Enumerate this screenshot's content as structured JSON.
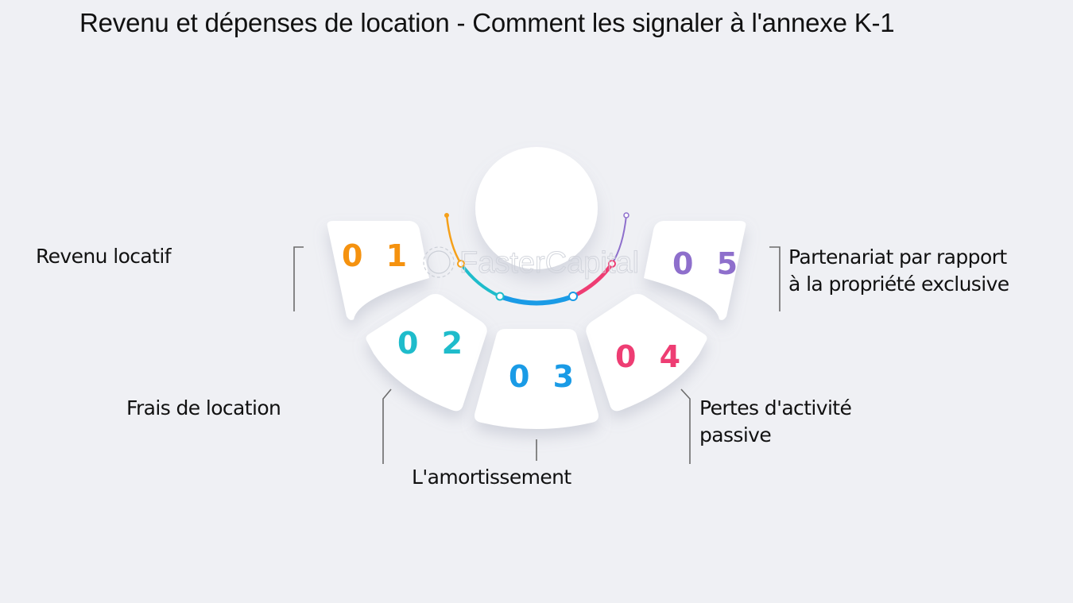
{
  "title": "Revenu et dépenses de location - Comment les signaler à l'annexe K-1",
  "watermark": "FasterCapital",
  "center": {
    "icon": "blank-circle"
  },
  "steps": [
    {
      "number": "0 1",
      "label": "Revenu locatif",
      "color": "#f5920f"
    },
    {
      "number": "0 2",
      "label": "Frais de location",
      "color": "#1fbccb"
    },
    {
      "number": "0 3",
      "label": "L'amortissement",
      "color": "#1a9be6"
    },
    {
      "number": "0 4",
      "label": "Pertes d'activité passive",
      "label_line1": "Pertes d'activité",
      "label_line2": "passive",
      "color": "#ee3d73"
    },
    {
      "number": "0 5",
      "label": "Partenariat par rapport à la propriété exclusive",
      "label_line1": "Partenariat par rapport",
      "label_line2": "à la propriété exclusive",
      "color": "#8e6fcc"
    }
  ],
  "arc_colors": [
    "#f5a01a",
    "#1fbccb",
    "#1a9be6",
    "#ee3d73",
    "#8e6fcc"
  ]
}
